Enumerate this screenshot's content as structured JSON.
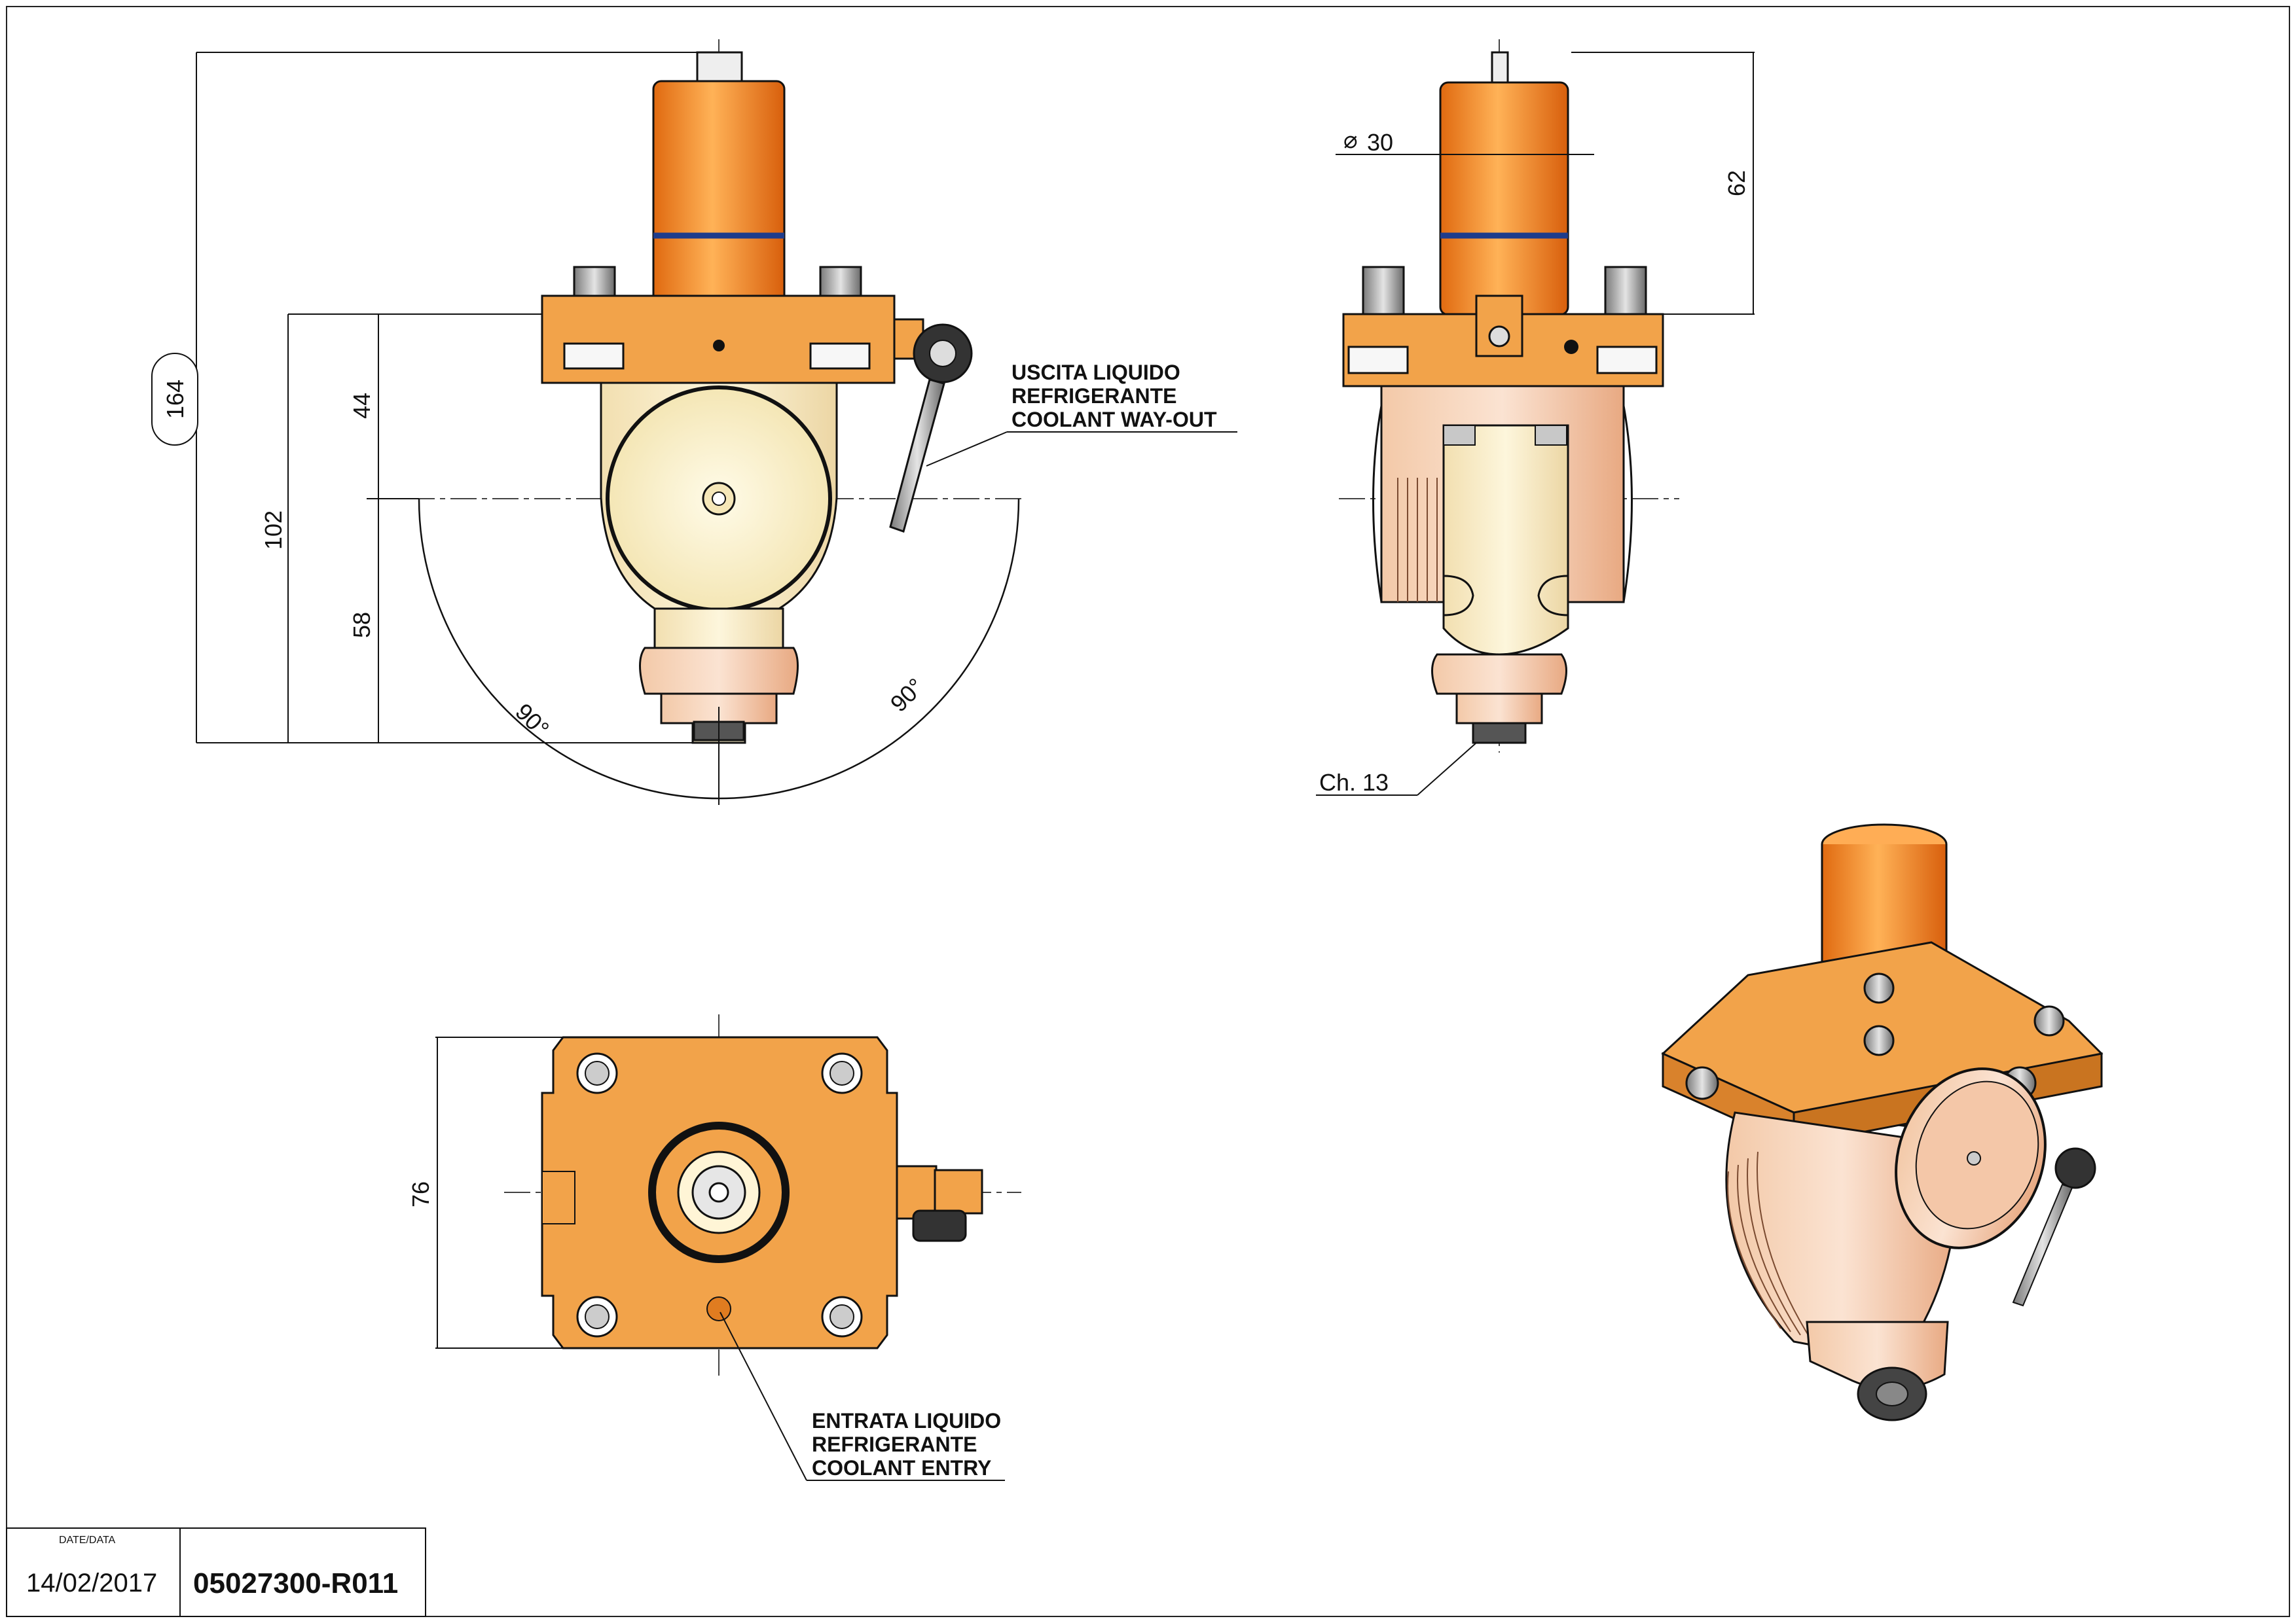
{
  "callouts": {
    "coolant_out": [
      "USCITA LIQUIDO",
      "REFRIGERANTE",
      "COOLANT WAY-OUT"
    ],
    "coolant_in": [
      "ENTRATA LIQUIDO",
      "REFRIGERANTE",
      "COOLANT ENTRY"
    ]
  },
  "dimensions": {
    "overall_height": "164",
    "height_102": "102",
    "height_44": "44",
    "height_58": "58",
    "diameter": "30",
    "motor_height": "62",
    "angle_left": "90°",
    "angle_right": "90°",
    "width_76": "76",
    "wrench": "Ch. 13"
  },
  "title_block": {
    "date_label": "DATE/DATA",
    "date": "14/02/2017",
    "code": "05027300-R011"
  },
  "colors": {
    "body_orange": "#f2a34a",
    "motor_orange": "#f08a28",
    "housing_cream": "#f7edc8",
    "copper": "#eaa882",
    "outline": "#1a1a1a"
  }
}
